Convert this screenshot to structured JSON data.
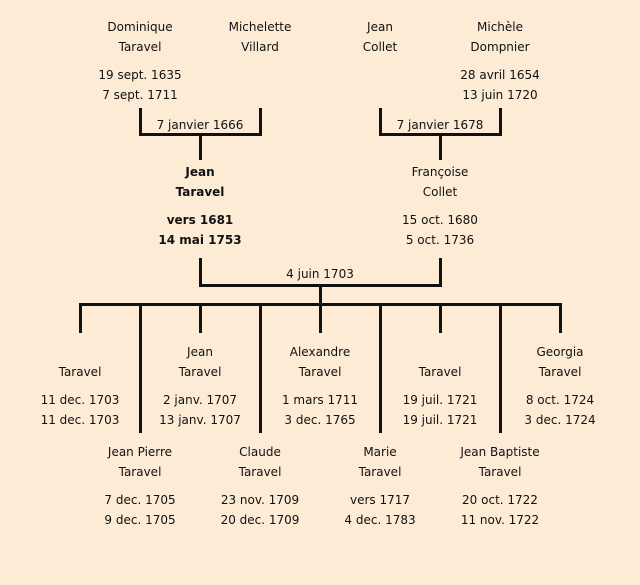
{
  "grandparents": [
    {
      "first": "Dominique",
      "last": "Taravel",
      "birth": "19 sept. 1635",
      "death": "7 sept. 1711"
    },
    {
      "first": "Michelette",
      "last": "Villard",
      "birth": "",
      "death": ""
    },
    {
      "first": "Jean",
      "last": "Collet",
      "birth": "",
      "death": ""
    },
    {
      "first": "Michèle",
      "last": "Dompnier",
      "birth": "28 avril 1654",
      "death": "13 juin 1720"
    }
  ],
  "grandparent_marriages": [
    "7 janvier 1666",
    "7 janvier 1678"
  ],
  "parents": [
    {
      "first": "Jean",
      "last": "Taravel",
      "birth": "vers 1681",
      "death": "14 mai 1753"
    },
    {
      "first": "Françoise",
      "last": "Collet",
      "birth": "15 oct. 1680",
      "death": "5 oct. 1736"
    }
  ],
  "parent_marriage": "4 juin 1703",
  "children": [
    {
      "first": "",
      "last": "Taravel",
      "birth": "11 dec. 1703",
      "death": "11 dec. 1703"
    },
    {
      "first": "Jean Pierre",
      "last": "Taravel",
      "birth": "7 dec. 1705",
      "death": "9 dec. 1705"
    },
    {
      "first": "Jean",
      "last": "Taravel",
      "birth": "2 janv. 1707",
      "death": "13 janv. 1707"
    },
    {
      "first": "Claude",
      "last": "Taravel",
      "birth": "23 nov. 1709",
      "death": "20 dec. 1709"
    },
    {
      "first": "Alexandre",
      "last": "Taravel",
      "birth": "1 mars 1711",
      "death": "3 dec. 1765"
    },
    {
      "first": "Marie",
      "last": "Taravel",
      "birth": "vers 1717",
      "death": "4 dec. 1783"
    },
    {
      "first": "",
      "last": "Taravel",
      "birth": "19 juil. 1721",
      "death": "19 juil. 1721"
    },
    {
      "first": "Jean Baptiste",
      "last": "Taravel",
      "birth": "20 oct. 1722",
      "death": "11 nov. 1722"
    },
    {
      "first": "Georgia",
      "last": "Taravel",
      "birth": "8 oct. 1724",
      "death": "3 dec. 1724"
    }
  ]
}
